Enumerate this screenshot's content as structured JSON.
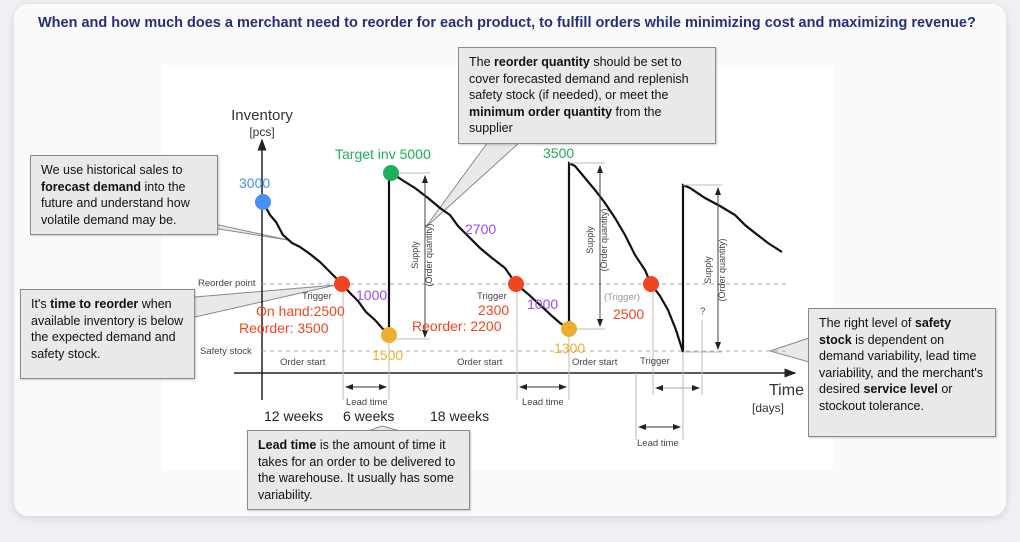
{
  "title": "When and how much does a merchant need to reorder for each product, to fulfill orders while minimizing cost and maximizing revenue?",
  "diagram": {
    "y_axis": {
      "label": "Inventory",
      "unit": "[pcs]"
    },
    "x_axis": {
      "label": "Time",
      "unit": "[days]"
    },
    "reorder_point_label": "Reorder point",
    "safety_stock_label": "Safety stock",
    "order_start_label": "Order start",
    "trigger_label": "Trigger",
    "trigger_paren_label": "(Trigger)",
    "lead_time_label": "Lead time",
    "supply_label": "Supply",
    "order_quantity_label": "(Order quantity)",
    "question_mark": "?",
    "durations": [
      "12 weeks",
      "6 weeks",
      "18 weeks"
    ],
    "values": {
      "start": "3000",
      "target": "Target inv 5000",
      "on_hand_1": "On hand:2500",
      "reorder_1": "Reorder: 3500",
      "demand_1": "1000",
      "low_1": "1500",
      "mid_2": "2700",
      "on_hand_2": "2300",
      "reorder_2": "Reorder: 2200",
      "demand_2": "1000",
      "low_2": "1300",
      "peak_3": "3500",
      "on_hand_3": "2500"
    },
    "colors": {
      "blue": "#4a8ff5",
      "green": "#1fae5a",
      "red": "#f0451f",
      "orange": "#eeb02b",
      "purple": "#9b4bf0"
    }
  },
  "callouts": {
    "forecast": {
      "pre": "We use historical sales to ",
      "bold": "forecast demand",
      "post": " into the future and understand how volatile demand may be."
    },
    "reorder_time": {
      "pre": "It's ",
      "bold": "time to reorder",
      "post": " when available inventory is below the expected demand and safety stock."
    },
    "reorder_qty": {
      "pre": "The ",
      "bold": "reorder quantity",
      "mid": " should be set to cover forecasted demand and replenish safety stock (if needed), or meet the ",
      "bold2": "minimum order quantity",
      "post": " from the supplier"
    },
    "lead_time": {
      "bold": "Lead time",
      "post": " is the amount of time it takes for an order to be delivered to the warehouse. It usually has some variability."
    },
    "safety_stock": {
      "pre": "The right level of ",
      "bold": "safety stock",
      "mid": " is dependent on demand variability, lead time variability, and the merchant's desired ",
      "bold2": "service level",
      "post": " or stockout tolerance."
    }
  }
}
